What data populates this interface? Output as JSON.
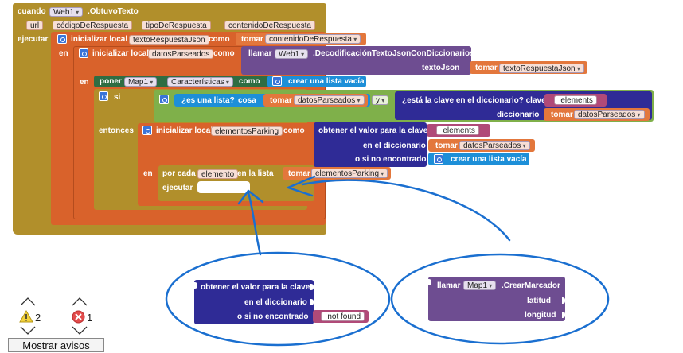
{
  "event": {
    "cuando": "cuando",
    "component": "Web1",
    "event_name": ".ObtuvoTexto",
    "params": [
      "url",
      "códigoDeRespuesta",
      "tipoDeRespuesta",
      "contenidoDeRespuesta"
    ],
    "ejecutar": "ejecutar"
  },
  "init_local_1": {
    "label": "inicializar local",
    "name": "textoRespuestaJson",
    "como": "como",
    "tomar": "tomar",
    "value_var": "contenidoDeRespuesta",
    "en": "en"
  },
  "init_local_2": {
    "label": "inicializar local",
    "name": "datosParseados",
    "como": "como",
    "llamar": "llamar",
    "component": "Web1",
    "method": ".DecodificaciónTextoJsonConDiccionarios",
    "arg_label": "textoJson",
    "tomar": "tomar",
    "arg_var": "textoRespuestaJson",
    "en": "en"
  },
  "set_features": {
    "poner": "poner",
    "component": "Map1",
    "property": "Características",
    "como": "como",
    "value": "crear una lista vacía"
  },
  "if_block": {
    "si": "si",
    "is_list": "¿es una lista?",
    "cosa": "cosa",
    "tomar": "tomar",
    "list_var": "datosParseados",
    "and": "y",
    "is_key": "¿está la clave en el diccionario? clave",
    "key": "elements",
    "diccionario": "diccionario",
    "dict_tomar": "tomar",
    "dict_var": "datosParseados",
    "entonces": "entonces"
  },
  "init_local_3": {
    "label": "inicializar local",
    "name": "elementosParking",
    "como": "como",
    "get_value": "obtener el valor para la clave",
    "key": "elements",
    "in_dict": "en el diccionario",
    "tomar": "tomar",
    "dict_var": "datosParseados",
    "not_found": "o si no encontrado",
    "not_found_value": "crear una lista vacía",
    "en": "en"
  },
  "foreach": {
    "label": "por cada",
    "item": "elemento",
    "in_list": "en la lista",
    "tomar": "tomar",
    "list_var": "elementosParking",
    "ejecutar": "ejecutar"
  },
  "loose_get": {
    "label": "obtener el valor para la clave",
    "in_dict": "en el diccionario",
    "not_found": "o si no encontrado",
    "not_found_value": "not found"
  },
  "loose_marker": {
    "llamar": "llamar",
    "component": "Map1",
    "method": ".CrearMarcador",
    "latitud": "latitud",
    "longitud": "longitud"
  },
  "warnings": {
    "warning_count": "2",
    "error_count": "1",
    "button": "Mostrar avisos"
  },
  "colors": {
    "event": "#b18f2b",
    "local": "#d9622b",
    "component": "#6e4d91",
    "logic": "#7fb04a",
    "dict": "#2f2b96",
    "list": "#1d8fd8",
    "control": "#b18f2b",
    "setter": "#2f6d43",
    "ink": "#1a6fd0"
  }
}
